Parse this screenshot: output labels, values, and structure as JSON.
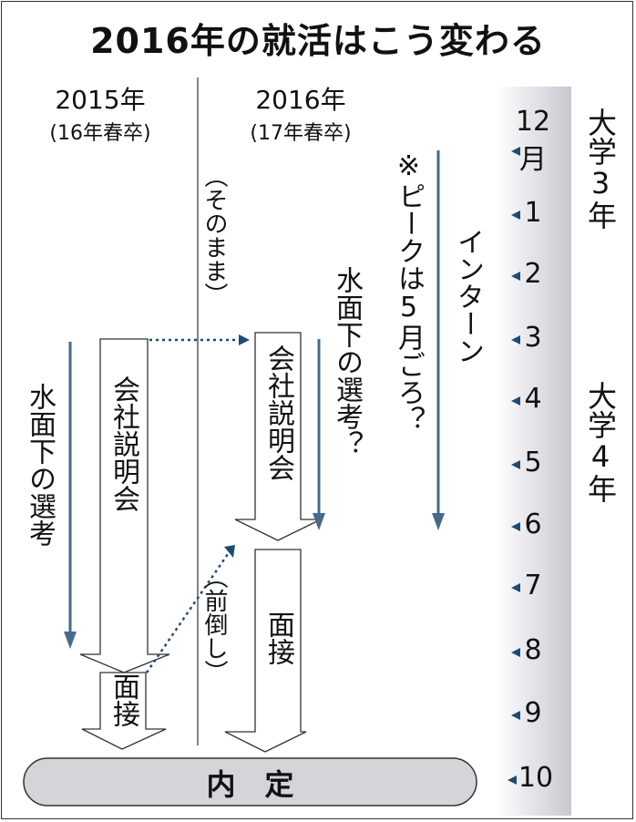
{
  "title": "2016年の就活はこう変わる",
  "col2015": {
    "year": "2015年",
    "grad": "(16年春卒)",
    "hidden_selection": "水面下の選考",
    "briefing": "会社説明会",
    "interview": "面接"
  },
  "col2016": {
    "year": "2016年",
    "grad": "(17年春卒)",
    "same": "（そのまま）",
    "earlier": "（前倒し）",
    "briefing": "会社説明会",
    "interview": "面接",
    "hidden_selection": "水面下の選考？",
    "peak": "※ピークは5月ごろ？",
    "intern": "インターン"
  },
  "offer": "内　定",
  "timeline": {
    "months": [
      "12",
      "1",
      "2",
      "3",
      "4",
      "5",
      "6",
      "7",
      "8",
      "9",
      "10"
    ],
    "month_suffix": "月",
    "year3": "大学3年",
    "year4": "大学4年"
  },
  "colors": {
    "arrow": "#46698c",
    "marker": "#1f4a75",
    "pill": "#d4d5d9"
  }
}
